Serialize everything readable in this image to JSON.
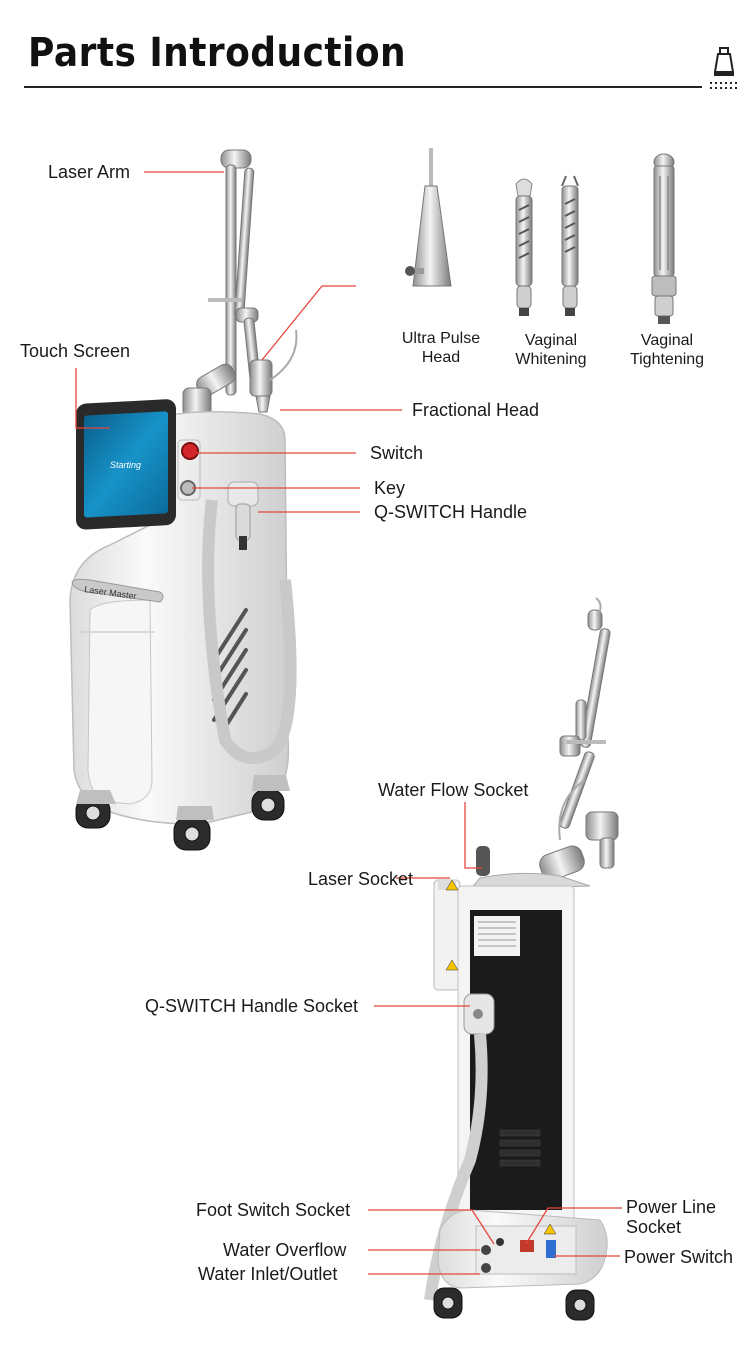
{
  "header": {
    "title": "Parts Introduction",
    "icon": "device-icon"
  },
  "colors": {
    "leader_line": "#e8453c",
    "screen": "#0e7fb3",
    "back_panel": "#1b1b1b",
    "machine_body": "#eeeeee"
  },
  "front_view": {
    "labels": {
      "laser_arm": "Laser Arm",
      "touch_screen": "Touch Screen",
      "fractional_head": "Fractional Head",
      "switch": "Switch",
      "key": "Key",
      "q_switch_handle": "Q-SWITCH Handle"
    },
    "brand_plate": "Laser Master",
    "screen_text": "Starting"
  },
  "heads": [
    {
      "line1": "Ultra Pulse",
      "line2": "Head"
    },
    {
      "line1": "Vaginal",
      "line2": "Whitening"
    },
    {
      "line1": "Vaginal",
      "line2": "Tightening"
    }
  ],
  "back_view": {
    "labels": {
      "water_flow_socket": "Water Flow Socket",
      "laser_socket": "Laser Socket",
      "q_switch_handle_socket": "Q-SWITCH Handle Socket",
      "foot_switch_socket": "Foot Switch Socket",
      "water_overflow": "Water Overflow",
      "water_inlet_outlet": "Water Inlet/Outlet",
      "power_line_socket_1": "Power Line",
      "power_line_socket_2": "Socket",
      "power_switch": "Power Switch"
    }
  }
}
